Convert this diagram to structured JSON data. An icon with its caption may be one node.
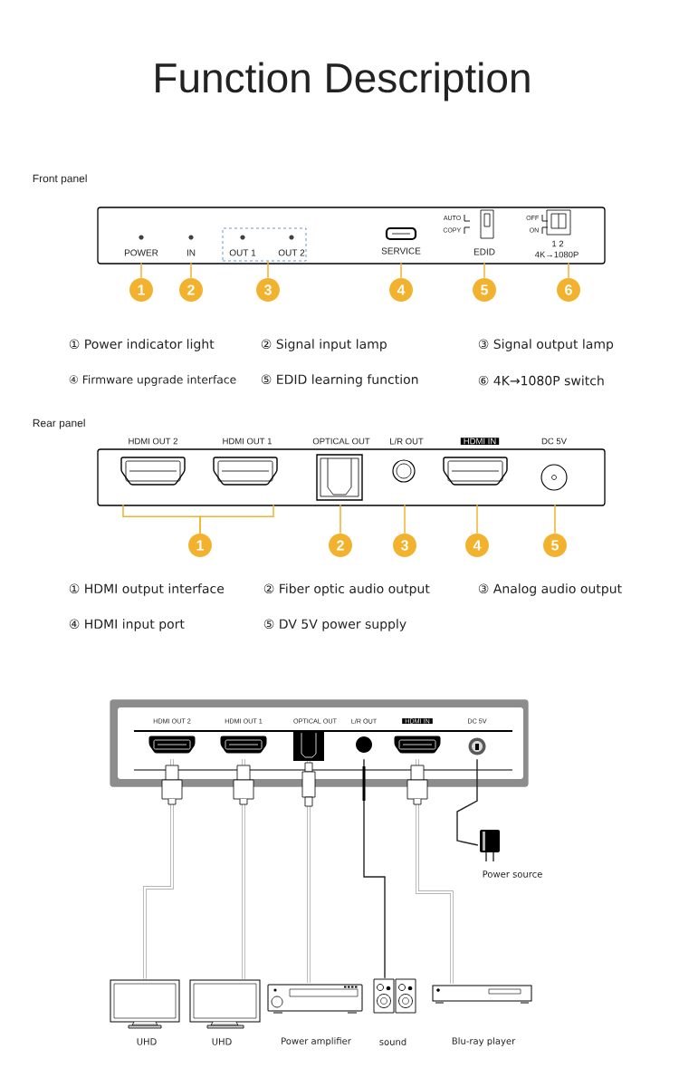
{
  "diagram": {
    "title": "Function Description",
    "nodes": [
      {
        "text": [],
        "shape": "box"
      },
      {
        "text": [
          "POWER"
        ],
        "in": 0
      },
      {
        "text": [
          "IN"
        ],
        "in": 0
      },
      {
        "text": [
          "OUT 1",
          "OUT 2"
        ],
        "in": 0
      },
      {
        "text": [
          "SERVICE"
        ],
        "in": 0
      },
      {
        "text": [
          "AUTO",
          "COPY",
          "EDID"
        ],
        "in": 0
      },
      {
        "text": [
          "OFF",
          "ON",
          "1 2",
          "4K→1080P"
        ],
        "in": 0
      },
      {
        "text": [
          "1"
        ]
      },
      {
        "text": [
          "2"
        ]
      },
      {
        "text": [
          "3"
        ]
      },
      {
        "text": [
          "4"
        ]
      },
      {
        "text": [
          "5"
        ]
      },
      {
        "text": [
          "6"
        ]
      },
      {
        "text": [],
        "shape": "box"
      },
      {
        "text": [
          "HDMI OUT 2"
        ],
        "in": 13
      },
      {
        "text": [
          "HDMI OUT 1"
        ],
        "in": 13
      },
      {
        "text": [
          "OPTICAL OUT"
        ],
        "in": 13
      },
      {
        "text": [
          "L/R OUT"
        ],
        "in": 13
      },
      {
        "text": [
          "HDMI IN"
        ],
        "in": 13
      },
      {
        "text": [
          "DC 5V"
        ],
        "in": 13
      },
      {
        "text": [
          "1"
        ]
      },
      {
        "text": [
          "2"
        ]
      },
      {
        "text": [
          "3"
        ]
      },
      {
        "text": [
          "4"
        ]
      },
      {
        "text": [
          "5"
        ]
      },
      {
        "text": [],
        "shape": "box"
      },
      {
        "text": [
          "HDMI OUT 2"
        ],
        "in": 25
      },
      {
        "text": [
          "HDMI OUT 1"
        ],
        "in": 25
      },
      {
        "text": [
          "OPTICAL OUT"
        ],
        "in": 25
      },
      {
        "text": [
          "L/R OUT"
        ],
        "in": 25
      },
      {
        "text": [
          "HDMI IN"
        ],
        "in": 25
      },
      {
        "text": [
          "DC 5V"
        ],
        "in": 25
      },
      {
        "text": [
          "UHD"
        ]
      },
      {
        "text": [
          "UHD"
        ]
      },
      {
        "text": [
          "Power amplifier"
        ]
      },
      {
        "text": [
          "sound"
        ]
      },
      {
        "text": [
          "Blu-ray player"
        ]
      },
      {
        "text": [
          "Power source"
        ]
      }
    ],
    "edges": [
      {
        "from": 7,
        "to": 1,
        "arrow": "none"
      },
      {
        "from": 8,
        "to": 2,
        "arrow": "none"
      },
      {
        "from": 9,
        "to": 3,
        "arrow": "none"
      },
      {
        "from": 10,
        "to": 4,
        "arrow": "none"
      },
      {
        "from": 11,
        "to": 5,
        "arrow": "none"
      },
      {
        "from": 12,
        "to": 6,
        "arrow": "none"
      },
      {
        "from": 20,
        "to": 14,
        "arrow": "none"
      },
      {
        "from": 20,
        "to": 15,
        "arrow": "none"
      },
      {
        "from": 21,
        "to": 16,
        "arrow": "none"
      },
      {
        "from": 22,
        "to": 17,
        "arrow": "none"
      },
      {
        "from": 23,
        "to": 18,
        "arrow": "none"
      },
      {
        "from": 24,
        "to": 19,
        "arrow": "none"
      },
      {
        "from": 26,
        "to": 32,
        "arrow": "none",
        "style": "thick",
        "color": "#b4b4b4"
      },
      {
        "from": 27,
        "to": 33,
        "arrow": "none",
        "style": "thick",
        "color": "#b4b4b4"
      },
      {
        "from": 28,
        "to": 34,
        "arrow": "none",
        "style": "thick",
        "color": "#b4b4b4"
      },
      {
        "from": 29,
        "to": 35,
        "arrow": "none",
        "color": "#222222"
      },
      {
        "from": 30,
        "to": 36,
        "arrow": "none",
        "style": "thick",
        "color": "#b4b4b4"
      },
      {
        "from": 31,
        "to": 37,
        "arrow": "none",
        "color": "#222222"
      }
    ],
    "labels": [
      "Front panel",
      "① Power indicator light",
      "② Signal input lamp",
      "③ Signal output lamp",
      "④ Firmware upgrade interface",
      "⑤ EDID learning function",
      "⑥ 4K→1080P switch",
      "Rear panel",
      "① HDMI output interface",
      "② Fiber optic audio output",
      "③ Analog audio output",
      "④ HDMI input port",
      "⑤ DV 5V power supply"
    ]
  }
}
